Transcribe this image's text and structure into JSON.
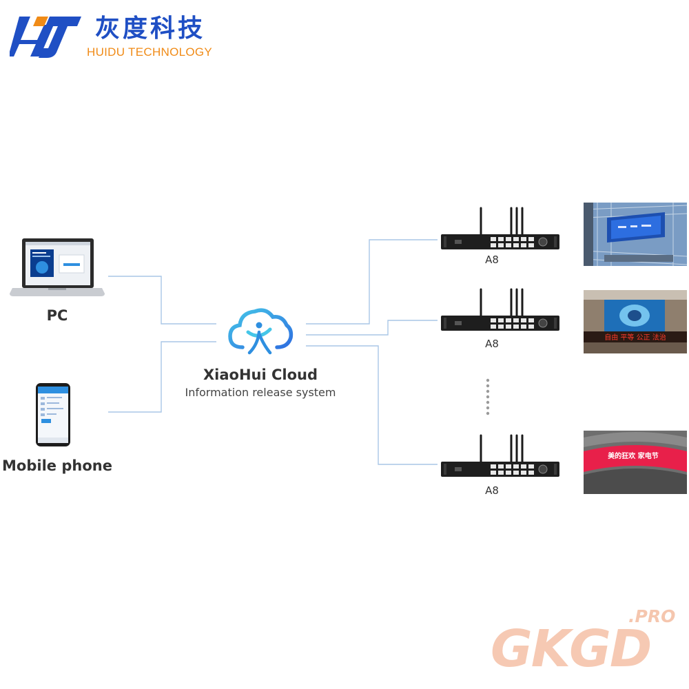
{
  "brand": {
    "name_cn": "灰度科技",
    "name_en": "HUIDU TECHNOLOGY"
  },
  "sources": {
    "pc": {
      "label": "PC",
      "icon": "laptop-icon"
    },
    "mobile": {
      "label": "Mobile phone",
      "icon": "smartphone-icon"
    }
  },
  "cloud": {
    "title": "XiaoHui Cloud",
    "subtitle": "Information release system",
    "icon": "cloud-icon"
  },
  "controllers": [
    {
      "label": "A8"
    },
    {
      "label": "A8"
    },
    {
      "label": "A8"
    }
  ],
  "screen_photos": [
    {
      "name": "building-facade-led-screen"
    },
    {
      "name": "storefront-led-screen",
      "banner": "自由 平等 公正 法治"
    },
    {
      "name": "curved-led-screen",
      "banner": "美的狂欢 家电节"
    }
  ],
  "watermark": {
    "main": "GKGD",
    "suffix": ".PRO"
  },
  "colors": {
    "brand_blue": "#1f4fc4",
    "brand_orange": "#f08b17",
    "line": "#a9c6e6",
    "cloud_blue": "#2e8fe0",
    "cloud_cyan": "#45c6e8"
  }
}
